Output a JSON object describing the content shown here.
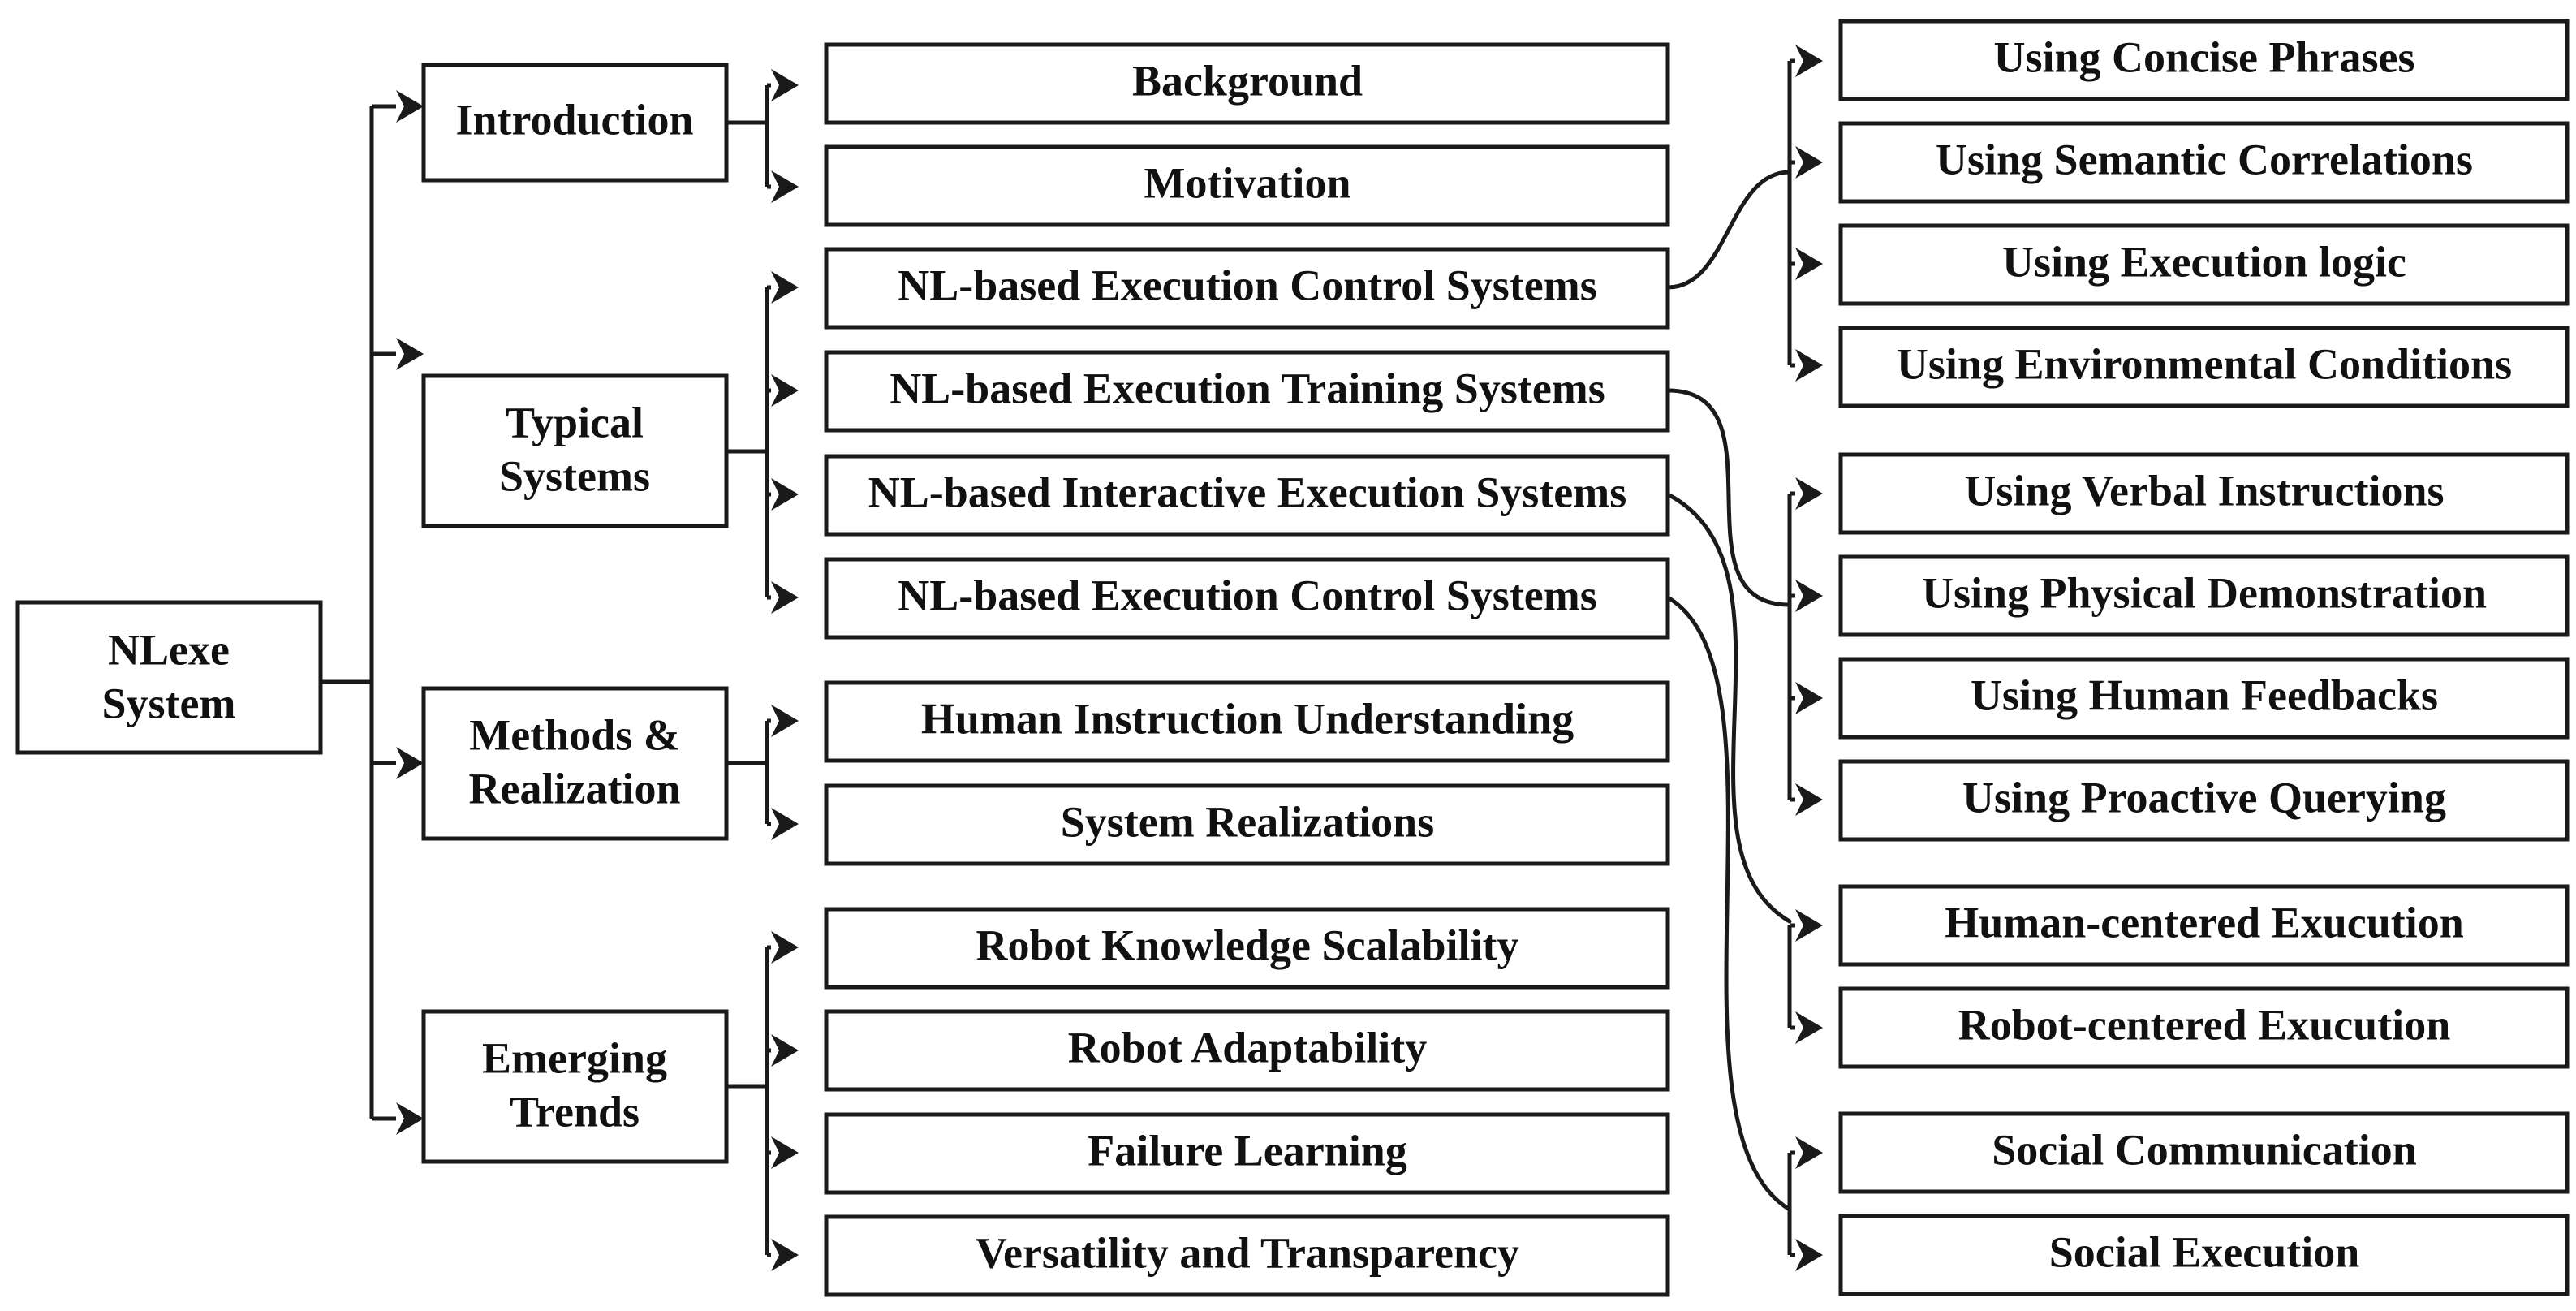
{
  "diagram": {
    "type": "tree-taxonomy",
    "orientation": "left-to-right",
    "root": {
      "id": "root",
      "label_line1": "NLexe",
      "label_line2": "System"
    },
    "level1": [
      {
        "id": "introduction",
        "label_line1": "Introduction",
        "label_line2": ""
      },
      {
        "id": "typical-systems",
        "label_line1": "Typical",
        "label_line2": "Systems"
      },
      {
        "id": "methods-realization",
        "label_line1": "Methods &",
        "label_line2": "Realization"
      },
      {
        "id": "emerging-trends",
        "label_line1": "Emerging",
        "label_line2": "Trends"
      }
    ],
    "level2": {
      "introduction": [
        {
          "id": "background",
          "label": "Background"
        },
        {
          "id": "motivation",
          "label": "Motivation"
        }
      ],
      "typical-systems": [
        {
          "id": "nl-execution-control-1",
          "label": "NL-based Execution Control Systems"
        },
        {
          "id": "nl-execution-training",
          "label": "NL-based Execution Training Systems"
        },
        {
          "id": "nl-interactive-execution",
          "label": "NL-based Interactive Execution Systems"
        },
        {
          "id": "nl-execution-control-2",
          "label": "NL-based Execution Control Systems"
        }
      ],
      "methods-realization": [
        {
          "id": "human-instruction-understanding",
          "label": "Human Instruction Understanding"
        },
        {
          "id": "system-realizations",
          "label": "System Realizations"
        }
      ],
      "emerging-trends": [
        {
          "id": "robot-knowledge-scalability",
          "label": "Robot Knowledge Scalability"
        },
        {
          "id": "robot-adaptability",
          "label": "Robot Adaptability"
        },
        {
          "id": "failure-learning",
          "label": "Failure Learning"
        },
        {
          "id": "versatility-transparency",
          "label": "Versatility and Transparency"
        }
      ]
    },
    "level3": {
      "nl-execution-control-1": [
        {
          "id": "using-concise-phrases",
          "label": "Using Concise Phrases"
        },
        {
          "id": "using-semantic-correlations",
          "label": "Using Semantic Correlations"
        },
        {
          "id": "using-execution-logic",
          "label": "Using Execution logic"
        },
        {
          "id": "using-environmental-conditions",
          "label": "Using Environmental Conditions"
        }
      ],
      "nl-execution-training": [
        {
          "id": "using-verbal-instructions",
          "label": "Using Verbal Instructions"
        },
        {
          "id": "using-physical-demonstration",
          "label": "Using Physical Demonstration"
        },
        {
          "id": "using-human-feedbacks",
          "label": "Using Human Feedbacks"
        },
        {
          "id": "using-proactive-querying",
          "label": "Using Proactive Querying"
        }
      ],
      "nl-interactive-execution": [
        {
          "id": "human-centered-exucution",
          "label": "Human-centered Exucution"
        },
        {
          "id": "robot-centered-exucution",
          "label": "Robot-centered Exucution"
        }
      ],
      "nl-execution-control-2": [
        {
          "id": "social-communication",
          "label": "Social Communication"
        },
        {
          "id": "social-execution",
          "label": "Social Execution"
        }
      ]
    },
    "colors": {
      "box_fill": "#ffffff",
      "box_stroke": "#1a1a1a",
      "text": "#111111",
      "background": "#ffffff"
    }
  }
}
